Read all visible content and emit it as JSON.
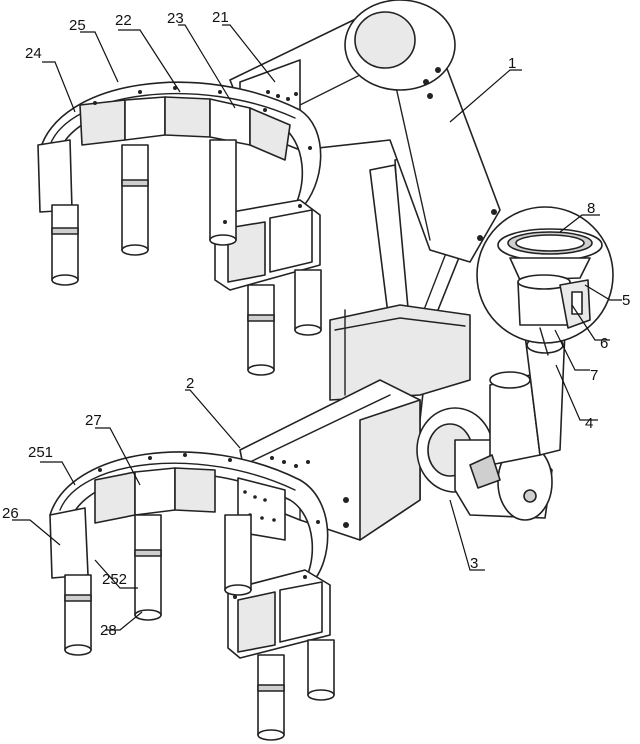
{
  "callouts": {
    "c1": "1",
    "c2": "2",
    "c3": "3",
    "c4": "4",
    "c5": "5",
    "c6": "6",
    "c7": "7",
    "c8": "8",
    "c21": "21",
    "c22": "22",
    "c23": "23",
    "c24": "24",
    "c25": "25",
    "c26": "26",
    "c27": "27",
    "c28": "28",
    "c251": "251",
    "c252": "252"
  }
}
